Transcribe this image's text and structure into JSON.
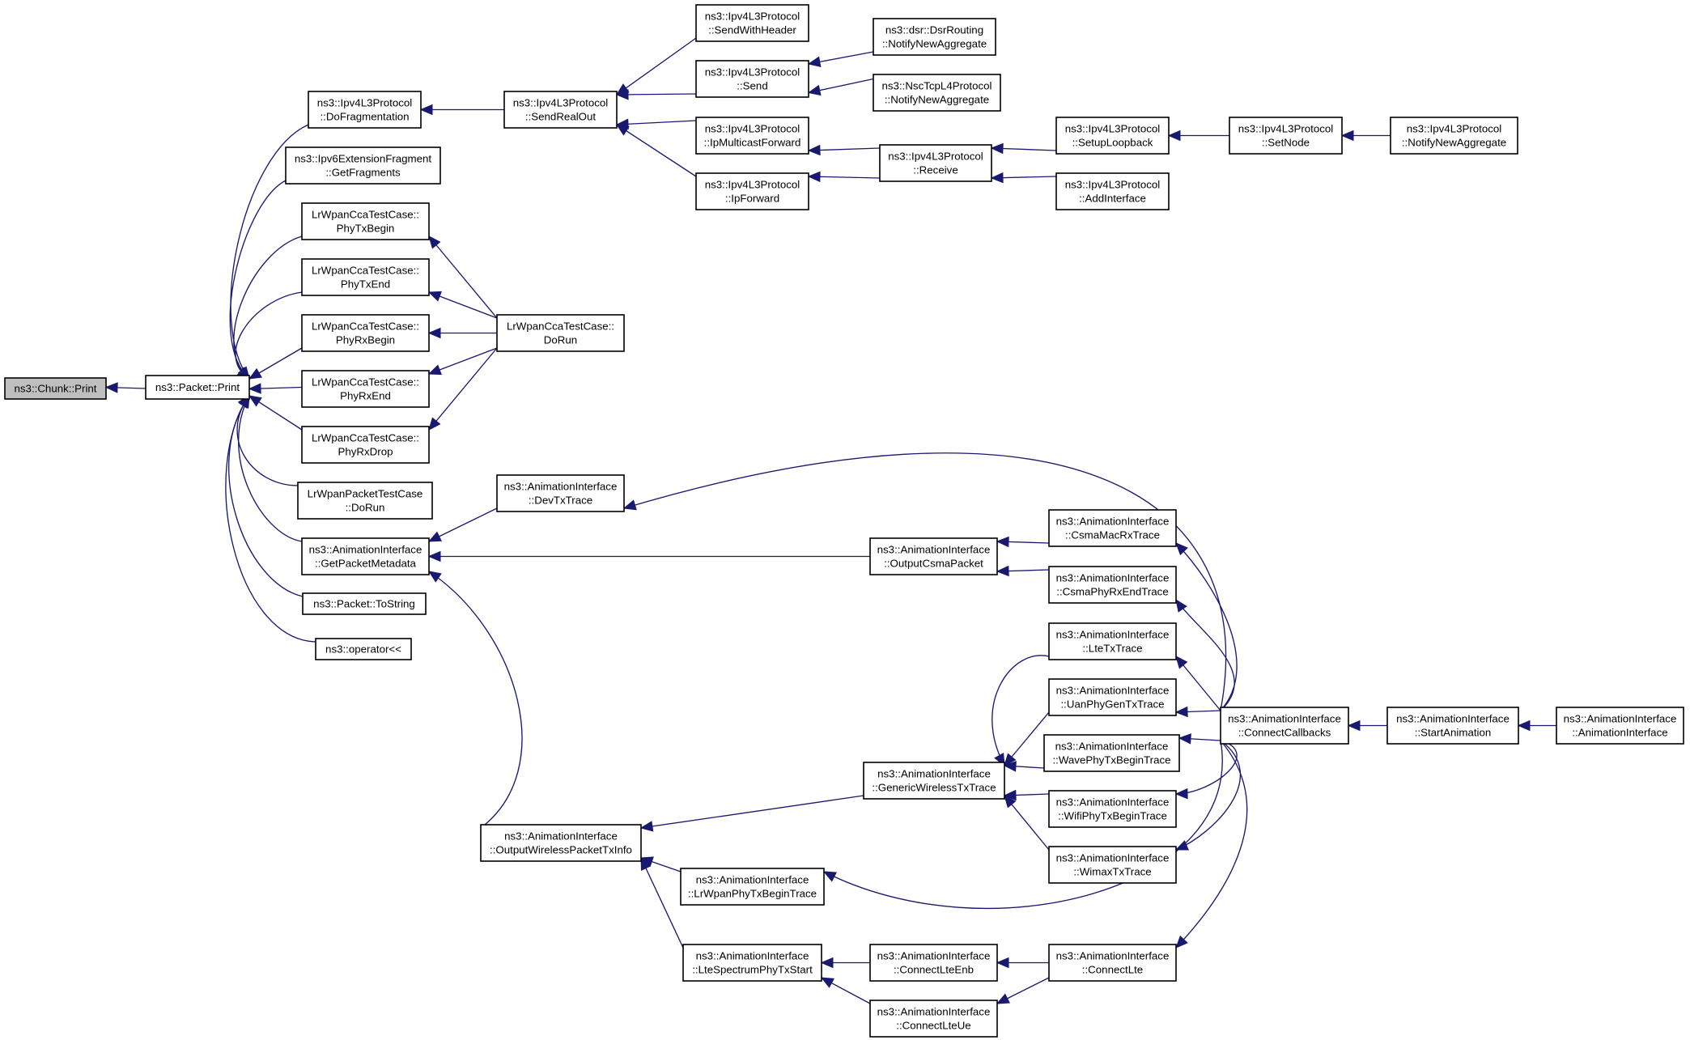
{
  "graph": {
    "colors": {
      "node_fill": "#ffffff",
      "root_fill": "#bfbfbf",
      "edge": "#191970",
      "border": "#000000"
    },
    "nodes": [
      {
        "id": "chunk_print",
        "lines": [
          "ns3::Chunk::Print"
        ],
        "root": true
      },
      {
        "id": "packet_print",
        "lines": [
          "ns3::Packet::Print"
        ]
      },
      {
        "id": "dofrag",
        "lines": [
          "ns3::Ipv4L3Protocol",
          "::DoFragmentation"
        ]
      },
      {
        "id": "getfrag",
        "lines": [
          "ns3::Ipv6ExtensionFragment",
          "::GetFragments"
        ]
      },
      {
        "id": "phytxbegin",
        "lines": [
          "LrWpanCcaTestCase::",
          "PhyTxBegin"
        ]
      },
      {
        "id": "phytxend",
        "lines": [
          "LrWpanCcaTestCase::",
          "PhyTxEnd"
        ]
      },
      {
        "id": "phyrxbegin",
        "lines": [
          "LrWpanCcaTestCase::",
          "PhyRxBegin"
        ]
      },
      {
        "id": "phyrxend",
        "lines": [
          "LrWpanCcaTestCase::",
          "PhyRxEnd"
        ]
      },
      {
        "id": "phyrxdrop",
        "lines": [
          "LrWpanCcaTestCase::",
          "PhyRxDrop"
        ]
      },
      {
        "id": "pkttest",
        "lines": [
          "LrWpanPacketTestCase",
          "::DoRun"
        ]
      },
      {
        "id": "getpktmeta",
        "lines": [
          "ns3::AnimationInterface",
          "::GetPacketMetadata"
        ]
      },
      {
        "id": "tostring",
        "lines": [
          "ns3::Packet::ToString"
        ]
      },
      {
        "id": "oplshift",
        "lines": [
          "ns3::operator<<"
        ]
      },
      {
        "id": "sendrealout",
        "lines": [
          "ns3::Ipv4L3Protocol",
          "::SendRealOut"
        ]
      },
      {
        "id": "ccadorun",
        "lines": [
          "LrWpanCcaTestCase::",
          "DoRun"
        ]
      },
      {
        "id": "devtxtrace",
        "lines": [
          "ns3::AnimationInterface",
          "::DevTxTrace"
        ]
      },
      {
        "id": "outwireless",
        "lines": [
          "ns3::AnimationInterface",
          "::OutputWirelessPacketTxInfo"
        ]
      },
      {
        "id": "sendwithheader",
        "lines": [
          "ns3::Ipv4L3Protocol",
          "::SendWithHeader"
        ]
      },
      {
        "id": "send",
        "lines": [
          "ns3::Ipv4L3Protocol",
          "::Send"
        ]
      },
      {
        "id": "ipmcast",
        "lines": [
          "ns3::Ipv4L3Protocol",
          "::IpMulticastForward"
        ]
      },
      {
        "id": "ipforward",
        "lines": [
          "ns3::Ipv4L3Protocol",
          "::IpForward"
        ]
      },
      {
        "id": "dsrnotify",
        "lines": [
          "ns3::dsr::DsrRouting",
          "::NotifyNewAggregate"
        ]
      },
      {
        "id": "nscnotify",
        "lines": [
          "ns3::NscTcpL4Protocol",
          "::NotifyNewAggregate"
        ]
      },
      {
        "id": "receive",
        "lines": [
          "ns3::Ipv4L3Protocol",
          "::Receive"
        ]
      },
      {
        "id": "setuploopback",
        "lines": [
          "ns3::Ipv4L3Protocol",
          "::SetupLoopback"
        ]
      },
      {
        "id": "addinterface",
        "lines": [
          "ns3::Ipv4L3Protocol",
          "::AddInterface"
        ]
      },
      {
        "id": "setnode",
        "lines": [
          "ns3::Ipv4L3Protocol",
          "::SetNode"
        ]
      },
      {
        "id": "ipv4notify",
        "lines": [
          "ns3::Ipv4L3Protocol",
          "::NotifyNewAggregate"
        ]
      },
      {
        "id": "outcsma",
        "lines": [
          "ns3::AnimationInterface",
          "::OutputCsmaPacket"
        ]
      },
      {
        "id": "csmamacrx",
        "lines": [
          "ns3::AnimationInterface",
          "::CsmaMacRxTrace"
        ]
      },
      {
        "id": "csmaphyrxend",
        "lines": [
          "ns3::AnimationInterface",
          "::CsmaPhyRxEndTrace"
        ]
      },
      {
        "id": "ltetx",
        "lines": [
          "ns3::AnimationInterface",
          "::LteTxTrace"
        ]
      },
      {
        "id": "uanphygen",
        "lines": [
          "ns3::AnimationInterface",
          "::UanPhyGenTxTrace"
        ]
      },
      {
        "id": "wavephy",
        "lines": [
          "ns3::AnimationInterface",
          "::WavePhyTxBeginTrace"
        ]
      },
      {
        "id": "wifiphy",
        "lines": [
          "ns3::AnimationInterface",
          "::WifiPhyTxBeginTrace"
        ]
      },
      {
        "id": "wimaxtx",
        "lines": [
          "ns3::AnimationInterface",
          "::WimaxTxTrace"
        ]
      },
      {
        "id": "genericwireless",
        "lines": [
          "ns3::AnimationInterface",
          "::GenericWirelessTxTrace"
        ]
      },
      {
        "id": "lrwpanphy",
        "lines": [
          "ns3::AnimationInterface",
          "::LrWpanPhyTxBeginTrace"
        ]
      },
      {
        "id": "ltespectrum",
        "lines": [
          "ns3::AnimationInterface",
          "::LteSpectrumPhyTxStart"
        ]
      },
      {
        "id": "connectlteenb",
        "lines": [
          "ns3::AnimationInterface",
          "::ConnectLteEnb"
        ]
      },
      {
        "id": "connectlteue",
        "lines": [
          "ns3::AnimationInterface",
          "::ConnectLteUe"
        ]
      },
      {
        "id": "connectlte",
        "lines": [
          "ns3::AnimationInterface",
          "::ConnectLte"
        ]
      },
      {
        "id": "connectcallbacks",
        "lines": [
          "ns3::AnimationInterface",
          "::ConnectCallbacks"
        ]
      },
      {
        "id": "startanimation",
        "lines": [
          "ns3::AnimationInterface",
          "::StartAnimation"
        ]
      },
      {
        "id": "animiface",
        "lines": [
          "ns3::AnimationInterface",
          "::AnimationInterface"
        ]
      }
    ],
    "edges": [
      [
        "packet_print",
        "chunk_print"
      ],
      [
        "dofrag",
        "packet_print"
      ],
      [
        "getfrag",
        "packet_print"
      ],
      [
        "phytxbegin",
        "packet_print"
      ],
      [
        "phytxend",
        "packet_print"
      ],
      [
        "phyrxbegin",
        "packet_print"
      ],
      [
        "phyrxend",
        "packet_print"
      ],
      [
        "phyrxdrop",
        "packet_print"
      ],
      [
        "pkttest",
        "packet_print"
      ],
      [
        "getpktmeta",
        "packet_print"
      ],
      [
        "tostring",
        "packet_print"
      ],
      [
        "oplshift",
        "packet_print"
      ],
      [
        "sendrealout",
        "dofrag"
      ],
      [
        "ccadorun",
        "phytxbegin"
      ],
      [
        "ccadorun",
        "phytxend"
      ],
      [
        "ccadorun",
        "phyrxbegin"
      ],
      [
        "ccadorun",
        "phyrxend"
      ],
      [
        "ccadorun",
        "phyrxdrop"
      ],
      [
        "devtxtrace",
        "getpktmeta"
      ],
      [
        "outcsma",
        "getpktmeta"
      ],
      [
        "outwireless",
        "getpktmeta"
      ],
      [
        "sendwithheader",
        "sendrealout"
      ],
      [
        "send",
        "sendrealout"
      ],
      [
        "ipmcast",
        "sendrealout"
      ],
      [
        "ipforward",
        "sendrealout"
      ],
      [
        "dsrnotify",
        "send"
      ],
      [
        "nscnotify",
        "send"
      ],
      [
        "receive",
        "ipmcast"
      ],
      [
        "receive",
        "ipforward"
      ],
      [
        "setuploopback",
        "receive"
      ],
      [
        "addinterface",
        "receive"
      ],
      [
        "setnode",
        "setuploopback"
      ],
      [
        "ipv4notify",
        "setnode"
      ],
      [
        "connectcallbacks",
        "devtxtrace"
      ],
      [
        "csmamacrx",
        "outcsma"
      ],
      [
        "csmaphyrxend",
        "outcsma"
      ],
      [
        "connectcallbacks",
        "csmamacrx"
      ],
      [
        "connectcallbacks",
        "csmaphyrxend"
      ],
      [
        "genericwireless",
        "outwireless"
      ],
      [
        "lrwpanphy",
        "outwireless"
      ],
      [
        "ltespectrum",
        "outwireless"
      ],
      [
        "ltetx",
        "genericwireless"
      ],
      [
        "uanphygen",
        "genericwireless"
      ],
      [
        "wavephy",
        "genericwireless"
      ],
      [
        "wifiphy",
        "genericwireless"
      ],
      [
        "wimaxtx",
        "genericwireless"
      ],
      [
        "connectcallbacks",
        "ltetx"
      ],
      [
        "connectcallbacks",
        "uanphygen"
      ],
      [
        "connectcallbacks",
        "wavephy"
      ],
      [
        "connectcallbacks",
        "wifiphy"
      ],
      [
        "connectcallbacks",
        "wimaxtx"
      ],
      [
        "connectcallbacks",
        "lrwpanphy"
      ],
      [
        "connectlteenb",
        "ltespectrum"
      ],
      [
        "connectlteue",
        "ltespectrum"
      ],
      [
        "connectlte",
        "connectlteenb"
      ],
      [
        "connectlte",
        "connectlteue"
      ],
      [
        "connectcallbacks",
        "connectlte"
      ],
      [
        "startanimation",
        "connectcallbacks"
      ],
      [
        "animiface",
        "startanimation"
      ]
    ]
  }
}
